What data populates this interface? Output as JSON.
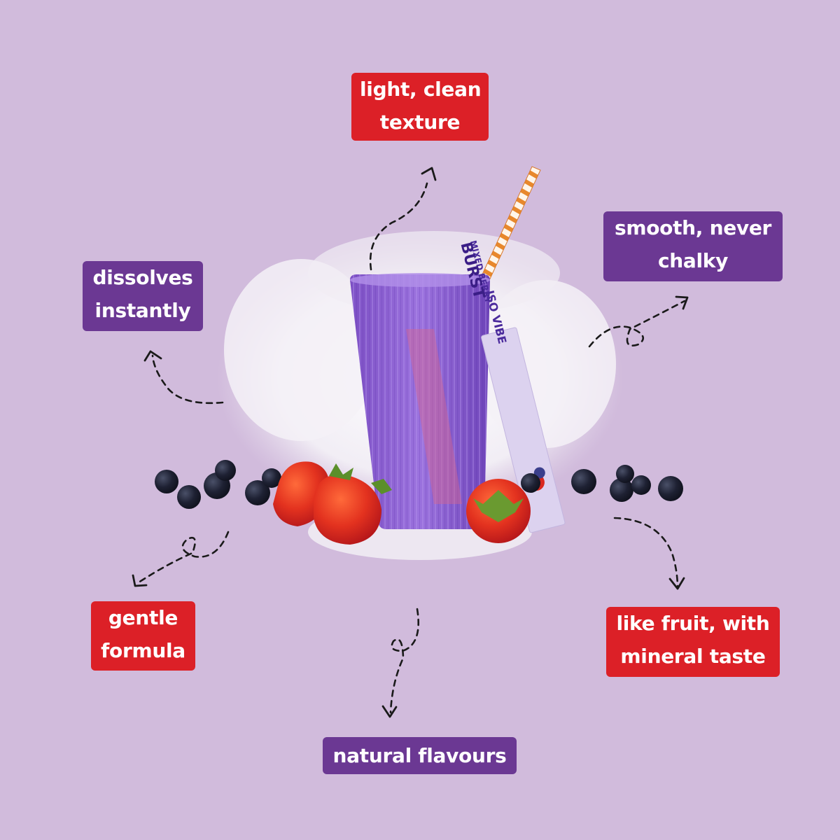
{
  "callouts": {
    "light_clean": {
      "line1": "light, clean",
      "line2": "texture",
      "color": "#dc2027"
    },
    "smooth": {
      "line1": "smooth, never",
      "line2": "chalky",
      "color": "#6b3893"
    },
    "dissolves": {
      "line1": "dissolves",
      "line2": "instantly",
      "color": "#6b3893"
    },
    "gentle": {
      "line1": "gentle",
      "line2": "formula",
      "color": "#dc2027"
    },
    "fruit": {
      "line1": "like fruit, with",
      "line2": "mineral taste",
      "color": "#dc2027"
    },
    "natural": {
      "line1": "natural flavours",
      "color": "#6b3893"
    }
  },
  "product": {
    "sachet_brand": "ISO VIBE",
    "sachet_flavor_top": "MIXED BERRY",
    "sachet_flavor_main": "BURST"
  },
  "colors": {
    "background": "#d1bbdc",
    "drink": "#8a5fd0",
    "straw_orange": "#e8882c",
    "strawberry": "#d9281f",
    "blueberry": "#1f2233"
  }
}
